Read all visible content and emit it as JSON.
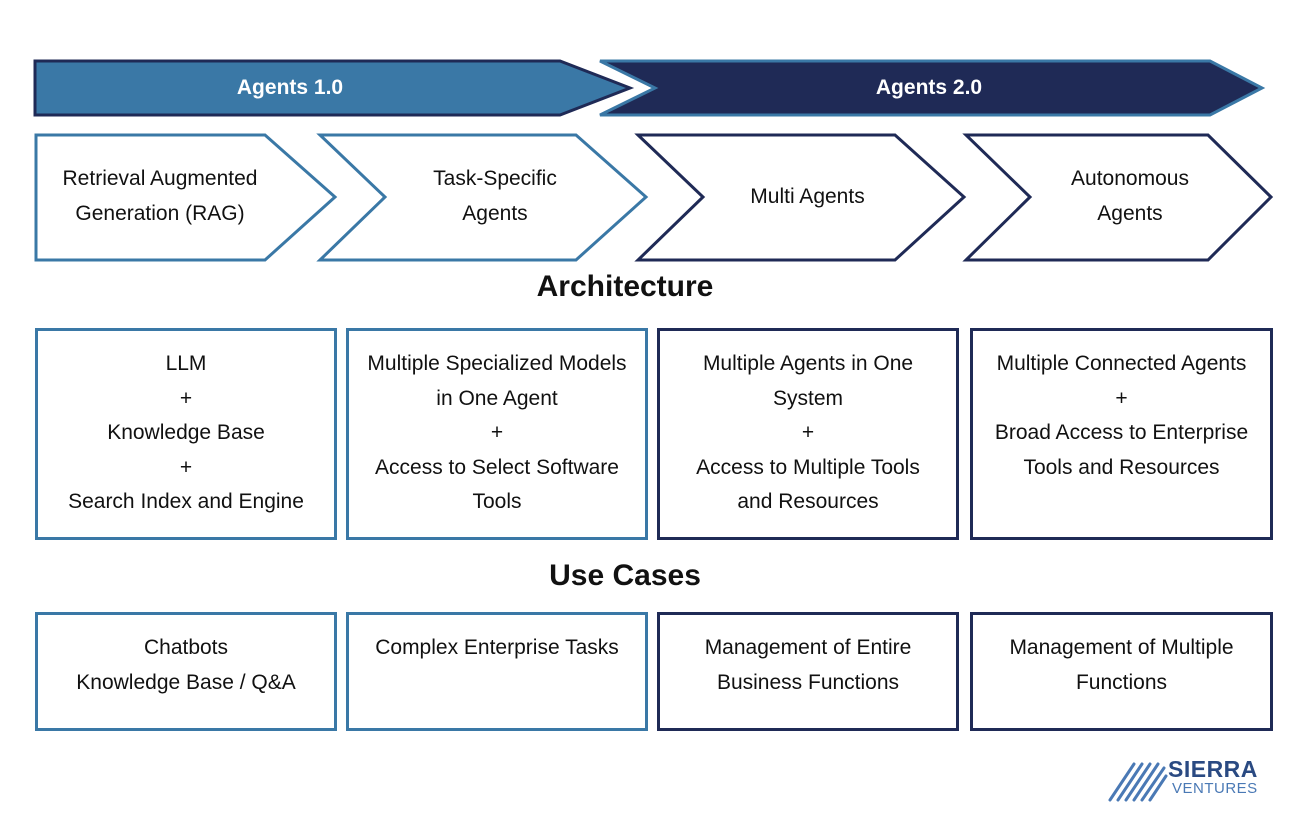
{
  "phases": [
    {
      "label": "Agents 1.0"
    },
    {
      "label": "Agents 2.0"
    }
  ],
  "stages": [
    {
      "lines": [
        "Retrieval Augmented",
        "Generation (RAG)"
      ]
    },
    {
      "lines": [
        "Task-Specific",
        "Agents"
      ]
    },
    {
      "lines": [
        "Multi Agents"
      ]
    },
    {
      "lines": [
        "Autonomous",
        "Agents"
      ]
    }
  ],
  "sections": {
    "architecture": "Architecture",
    "use_cases": "Use Cases"
  },
  "architecture": [
    {
      "lines": [
        "LLM",
        "+",
        "Knowledge Base",
        "+",
        "Search Index and Engine"
      ]
    },
    {
      "lines": [
        "Multiple Specialized Models",
        "in One Agent",
        "+",
        "Access to Select Software",
        "Tools"
      ]
    },
    {
      "lines": [
        "Multiple Agents in One",
        "System",
        "+",
        "Access to Multiple Tools",
        "and Resources"
      ]
    },
    {
      "lines": [
        "Multiple Connected Agents",
        "+",
        "Broad Access to Enterprise",
        "Tools and Resources"
      ]
    }
  ],
  "use_cases": [
    {
      "lines": [
        "Chatbots",
        "Knowledge Base / Q&A"
      ]
    },
    {
      "lines": [
        "Complex Enterprise Tasks"
      ]
    },
    {
      "lines": [
        "Management of Entire",
        "Business Functions"
      ]
    },
    {
      "lines": [
        "Management of Multiple",
        "Functions"
      ]
    }
  ],
  "logo": {
    "line1": "SIERRA",
    "line2": "VENTURES"
  },
  "colors": {
    "light_blue": "#3a78a6",
    "dark_navy": "#1f2a56"
  }
}
